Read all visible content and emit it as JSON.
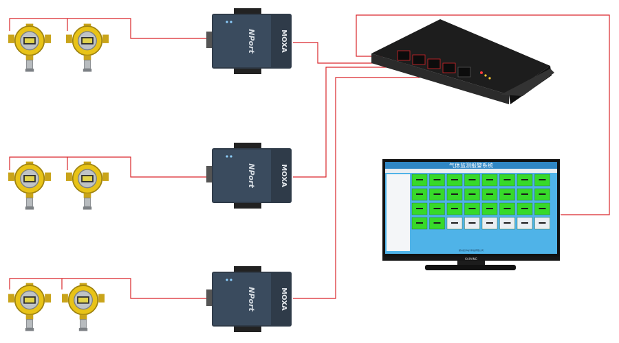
{
  "converter_brand": "MOXA",
  "converter_model": "NPort",
  "monitor_brand": "KAIYANG",
  "screen": {
    "title": "气体监测报警系统",
    "footer": "郑州凯洋电子科技有限公司"
  },
  "colors": {
    "cable": "#d9252a",
    "screen_bg": "#4fb3e8",
    "tile_green": "#37d92a",
    "tile_gray": "#e9eef2",
    "device_body": "#2f3b49",
    "detector_yellow": "#e8c317"
  }
}
